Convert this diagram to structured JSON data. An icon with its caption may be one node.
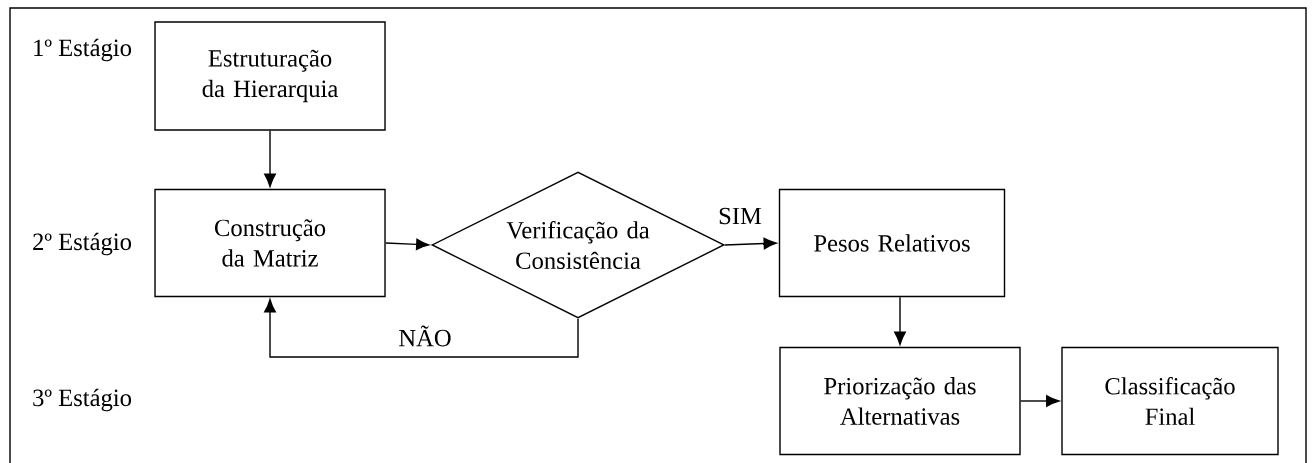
{
  "diagram": {
    "nodes": [
      {
        "text": [
          "Estruturação da Hierarquia"
        ]
      },
      {
        "text": [
          "Construção da Matriz"
        ]
      },
      {
        "text": [
          "Verificação da Consistência"
        ]
      },
      {
        "text": [
          "Pesos Relativos"
        ]
      },
      {
        "text": [
          "Priorização das Alternativas"
        ]
      },
      {
        "text": [
          "Classificação Final"
        ]
      }
    ],
    "edges": [
      {
        "from": 0,
        "to": 1,
        "arrow": "to"
      },
      {
        "from": 1,
        "to": 2,
        "arrow": "to"
      },
      {
        "from": 2,
        "to": 3,
        "arrow": "to",
        "label": "SIM"
      },
      {
        "from": 2,
        "to": 1,
        "arrow": "to",
        "label": "NÃO"
      },
      {
        "from": 3,
        "to": 4,
        "arrow": "to"
      },
      {
        "from": 4,
        "to": 5,
        "arrow": "to"
      }
    ],
    "labels": [
      "1º Estágio",
      "2º Estágio",
      "3º Estágio"
    ]
  }
}
